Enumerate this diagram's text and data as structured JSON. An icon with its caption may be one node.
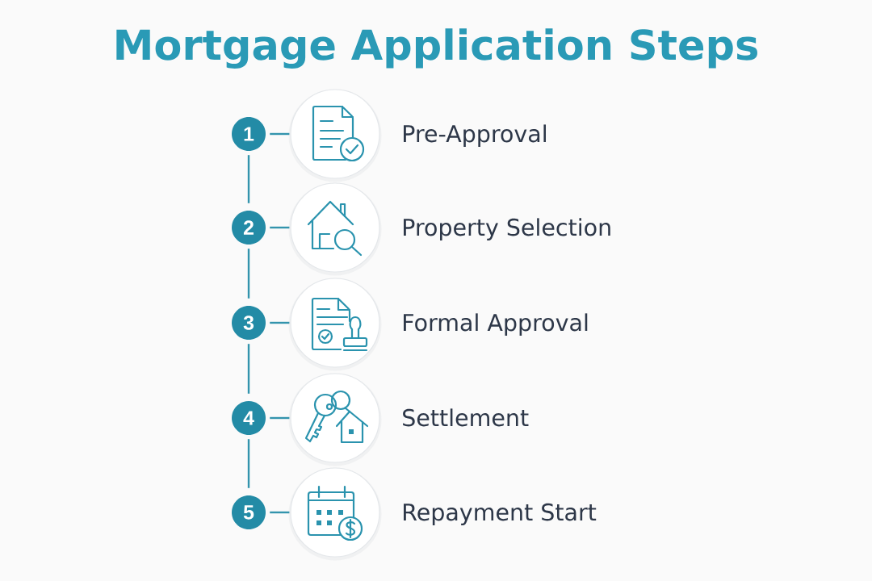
{
  "diagram": {
    "title": "Mortgage Application Steps",
    "nodes": [
      {
        "text": [
          "1"
        ]
      },
      {
        "text": [],
        "shape": "circle",
        "beside": [
          "Pre-Approval"
        ]
      },
      {
        "text": [
          "2"
        ]
      },
      {
        "text": [],
        "shape": "circle",
        "beside": [
          "Property Selection"
        ]
      },
      {
        "text": [
          "3"
        ]
      },
      {
        "text": [],
        "shape": "circle",
        "beside": [
          "Formal Approval"
        ]
      },
      {
        "text": [
          "4"
        ]
      },
      {
        "text": [],
        "shape": "circle",
        "beside": [
          "Settlement"
        ]
      },
      {
        "text": [
          "5"
        ]
      },
      {
        "text": [],
        "shape": "circle",
        "beside": [
          "Repayment Start"
        ]
      }
    ],
    "edges": [
      {
        "from": 0,
        "to": 1,
        "arrow": "none"
      },
      {
        "from": 0,
        "to": 2,
        "arrow": "none"
      },
      {
        "from": 2,
        "to": 3,
        "arrow": "none"
      },
      {
        "from": 2,
        "to": 4,
        "arrow": "none"
      },
      {
        "from": 4,
        "to": 5,
        "arrow": "none"
      },
      {
        "from": 4,
        "to": 6,
        "arrow": "none"
      },
      {
        "from": 6,
        "to": 7,
        "arrow": "none"
      },
      {
        "from": 6,
        "to": 8,
        "arrow": "none"
      },
      {
        "from": 8,
        "to": 9,
        "arrow": "none"
      }
    ]
  }
}
